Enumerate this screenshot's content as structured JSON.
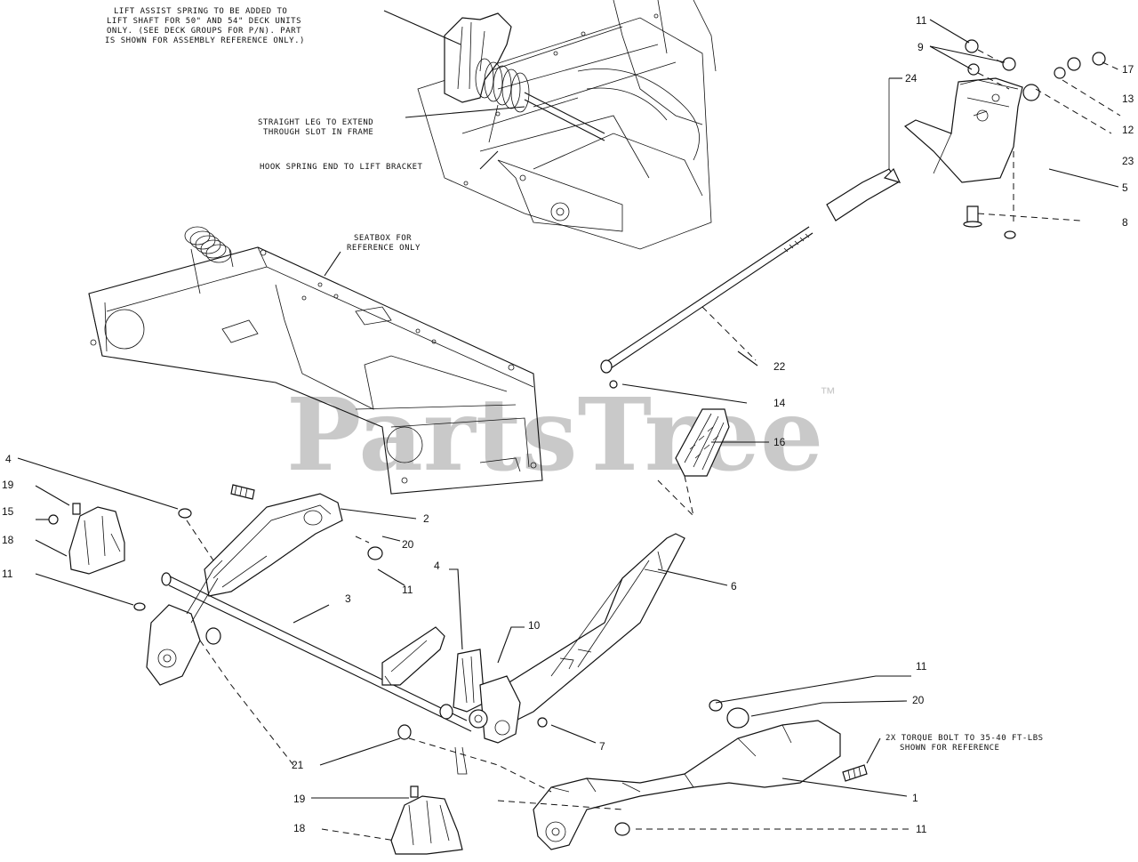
{
  "watermark": {
    "brand": "PartsTree",
    "trademark": "™",
    "color": "#c9c9c9"
  },
  "notes": {
    "lift_assist": [
      "LIFT ASSIST SPRING TO BE ADDED TO",
      "LIFT SHAFT FOR 50\" AND 54\" DECK UNITS",
      "ONLY. (SEE DECK GROUPS FOR P/N). PART",
      "IS SHOWN FOR ASSEMBLY REFERENCE ONLY.)"
    ],
    "straight_leg": [
      "STRAIGHT LEG TO EXTEND",
      "THROUGH SLOT IN FRAME"
    ],
    "hook": [
      "HOOK SPRING END TO LIFT BRACKET"
    ],
    "seatbox": [
      "SEATBOX FOR",
      "REFERENCE ONLY"
    ],
    "torque": [
      "2X TORQUE BOLT TO 35-40 FT-LBS",
      "SHOWN FOR REFERENCE"
    ]
  },
  "callouts": [
    "11",
    "9",
    "17",
    "13",
    "12",
    "23",
    "5",
    "8",
    "24",
    "22",
    "14",
    "16",
    "4",
    "19",
    "15",
    "18",
    "11",
    "2",
    "20",
    "11",
    "3",
    "4",
    "10",
    "6",
    "11",
    "20",
    "7",
    "21",
    "1",
    "19",
    "18",
    "11"
  ]
}
